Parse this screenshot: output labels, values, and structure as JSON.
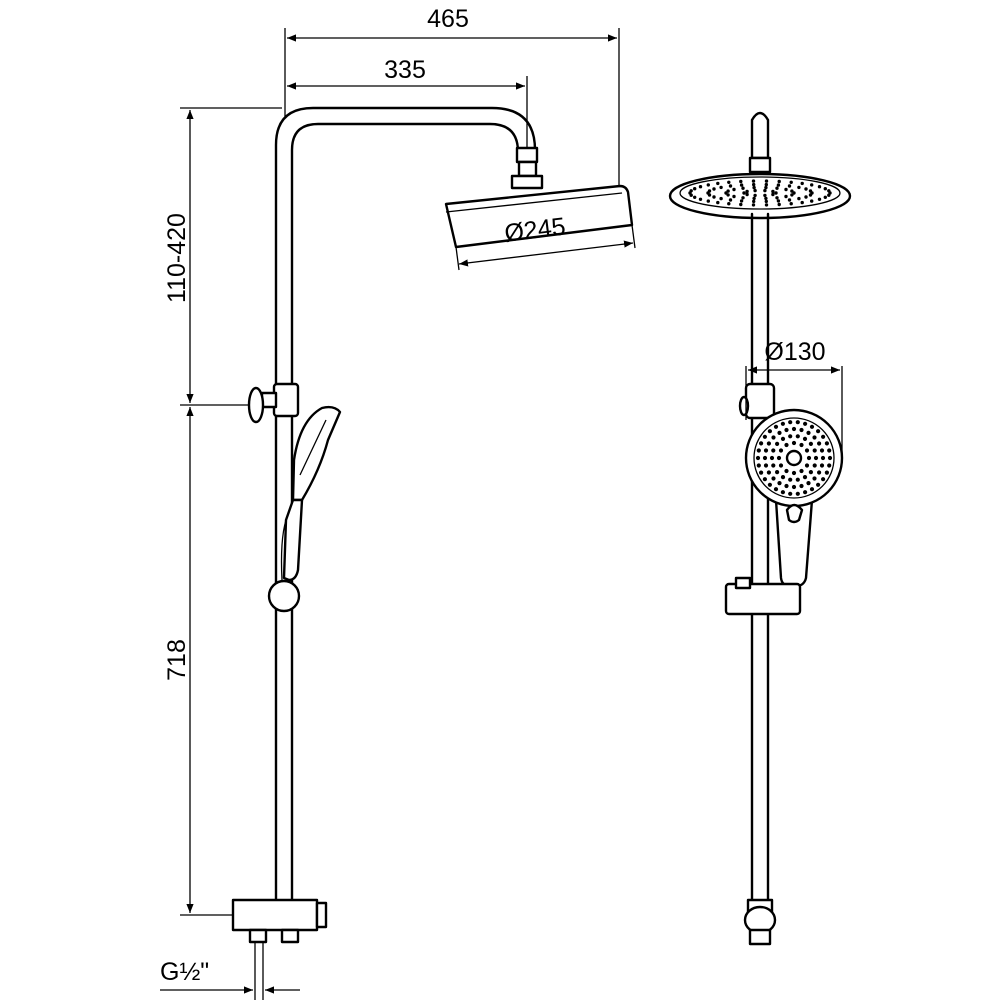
{
  "dimensions": {
    "overall_width": "465",
    "arm_reach": "335",
    "head_diameter": "Ø245",
    "height_adjust": "110-420",
    "bar_height": "718",
    "hand_diameter": "Ø130",
    "connection_thread": "G½\""
  },
  "colors": {
    "line": "#000000",
    "background": "#ffffff"
  }
}
